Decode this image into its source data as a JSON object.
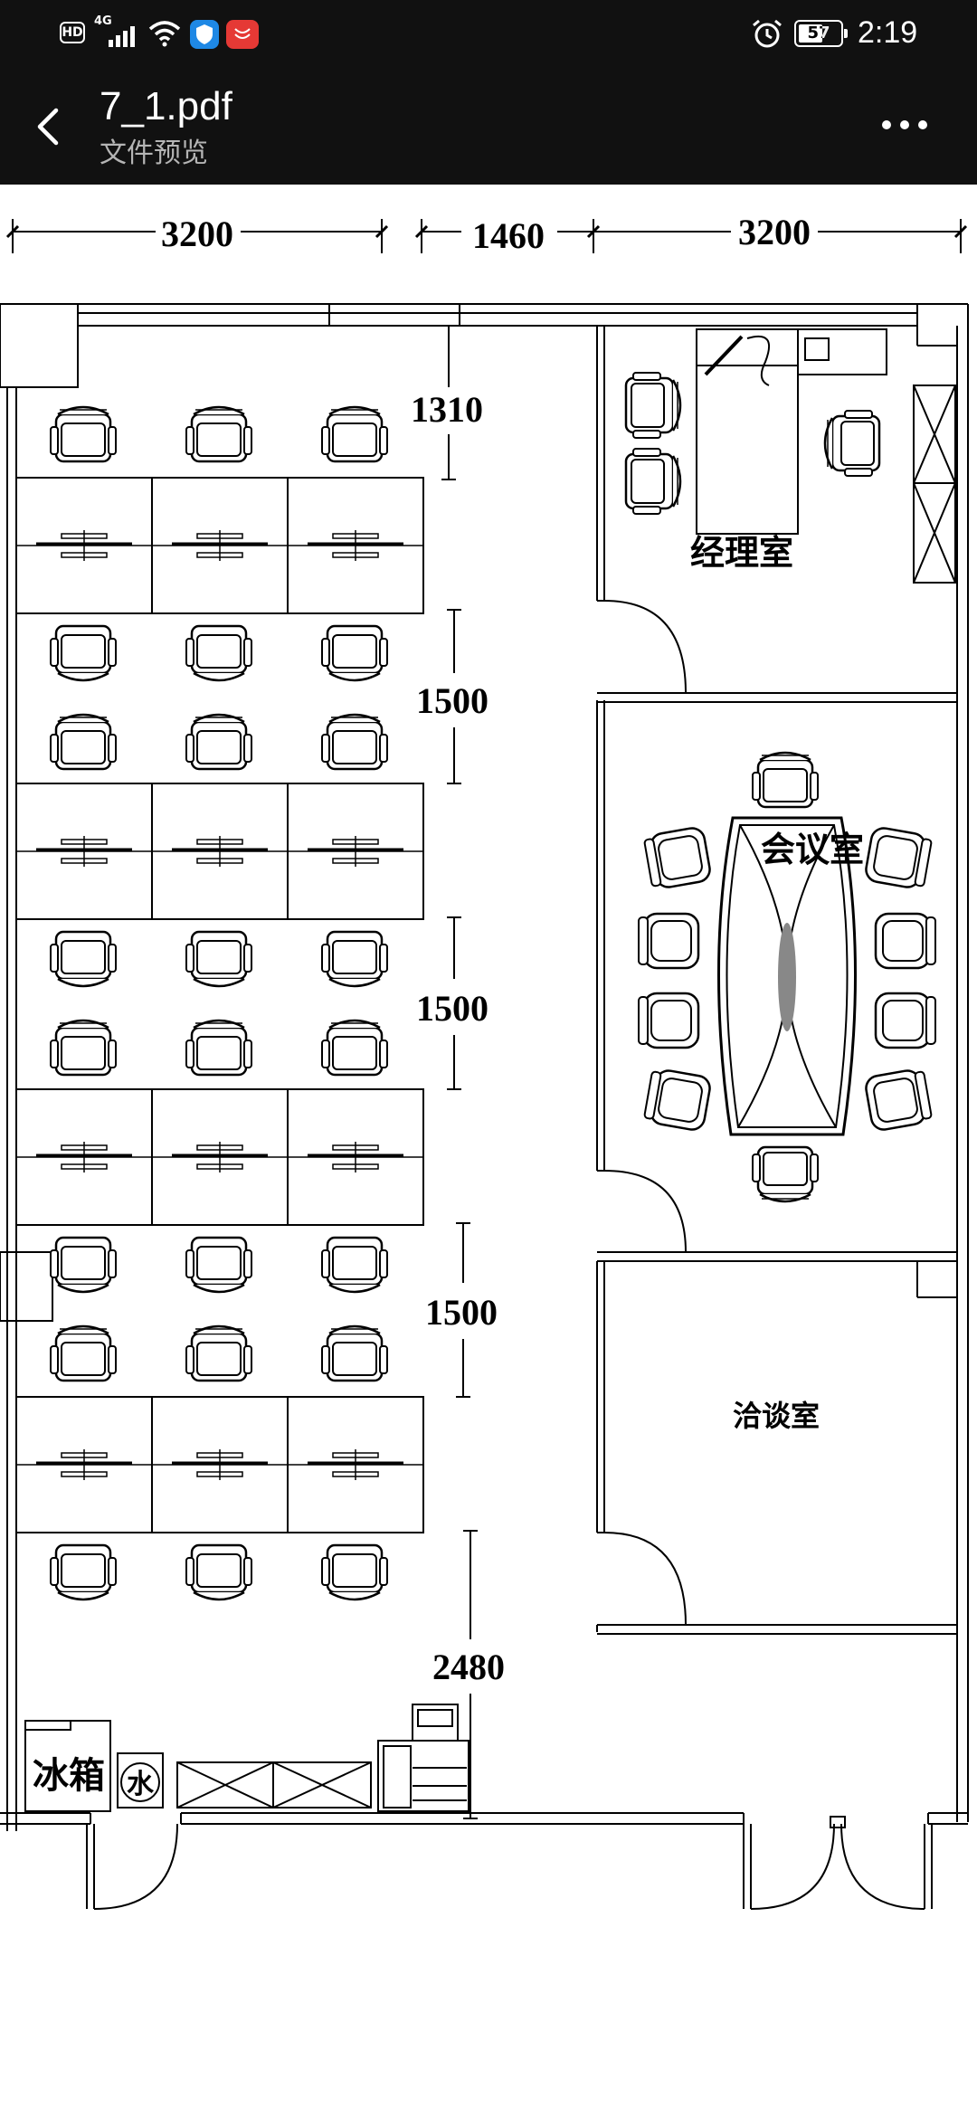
{
  "status_bar": {
    "hd_badge": "HD",
    "network": "4G",
    "battery_level": "57",
    "time": "2:19",
    "icons": [
      "signal-icon",
      "wifi-icon",
      "shield-app-icon",
      "huawei-app-icon",
      "alarm-icon",
      "battery-icon"
    ]
  },
  "header": {
    "title": "7_1.pdf",
    "subtitle": "文件预览",
    "back_icon": "chevron-left-icon",
    "more_icon": "more-horizontal-icon"
  },
  "floor_plan": {
    "top_dimensions": [
      "3200",
      "1460",
      "3200"
    ],
    "vertical_dimensions": [
      "1310",
      "1500",
      "1500",
      "1500",
      "2480"
    ],
    "rooms": {
      "manager_office": "经理室",
      "meeting_room": "会议室",
      "negotiation_room": "洽谈室"
    },
    "appliances": {
      "fridge": "冰箱",
      "water": "水"
    }
  }
}
